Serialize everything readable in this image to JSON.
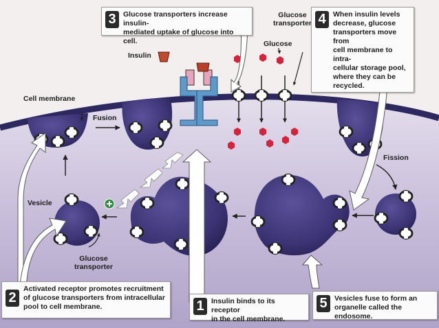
{
  "steps": [
    {
      "number": "1",
      "text": "Insulin binds to its receptor\nin the cell membrane."
    },
    {
      "number": "2",
      "text": "Activated receptor promotes recruitment\nof glucose transporters from intracellular\npool to cell membrane."
    },
    {
      "number": "3",
      "text": "Glucose transporters increase insulin-\nmediated uptake of glucose into cell."
    },
    {
      "number": "4",
      "text": "When insulin levels\ndecrease, glucose\ntransporters move from\ncell membrane to intra-\ncellular storage pool,\nwhere they can be\nrecycled."
    },
    {
      "number": "5",
      "text": "Vesicles fuse to form an\norganelle called the endosome."
    }
  ],
  "labels": {
    "insulin": "Insulin",
    "glucose": "Glucose",
    "glucose_transporter_top": "Glucose\ntransporter",
    "cell_membrane": "Cell membrane",
    "fusion": "Fusion",
    "fission": "Fission",
    "vesicle": "Vesicle",
    "glucose_transporter_bottom": "Glucose\ntransporter"
  },
  "colors": {
    "cytoplasm": "#ccc3da",
    "membrane": "#2e2860",
    "vesicle": "#3b3370",
    "receptor": "#5d9ac9",
    "insulin": "#b8402a",
    "glucose": "#d6223c",
    "plus_badge": "#2e8b3e"
  }
}
